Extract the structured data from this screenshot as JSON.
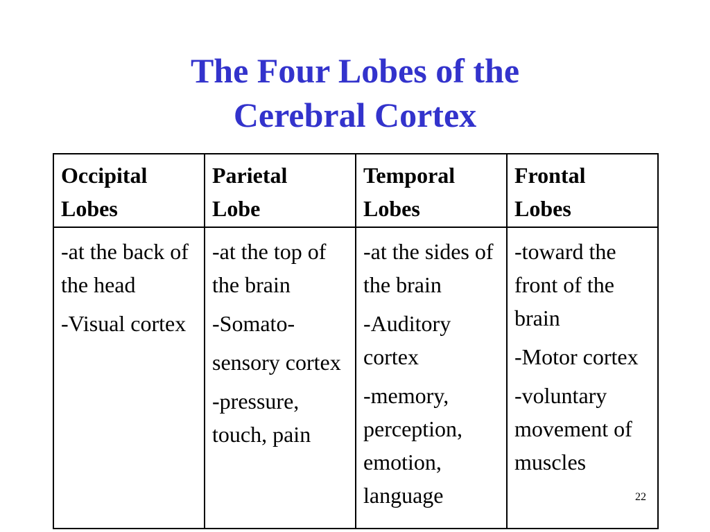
{
  "title": {
    "line1": "The Four Lobes of the",
    "line2": "Cerebral Cortex"
  },
  "table": {
    "headers": [
      {
        "line1": "Occipital",
        "line2": "Lobes"
      },
      {
        "line1": "Parietal",
        "line2": "Lobe"
      },
      {
        "line1": "Temporal",
        "line2": "Lobes"
      },
      {
        "line1": "Frontal",
        "line2": "Lobes"
      }
    ],
    "rows": [
      [
        [
          "-at the back of the head",
          "-Visual cortex"
        ],
        [
          "-at the top of the brain",
          "-Somato-",
          "sensory cortex",
          "-pressure, touch, pain"
        ],
        [
          "-at the sides of the brain",
          "-Auditory cortex",
          "-memory, perception, emotion, language"
        ],
        [
          "-toward the front of the brain",
          "-Motor cortex",
          "-voluntary movement of muscles"
        ]
      ]
    ]
  },
  "page_number": "22"
}
